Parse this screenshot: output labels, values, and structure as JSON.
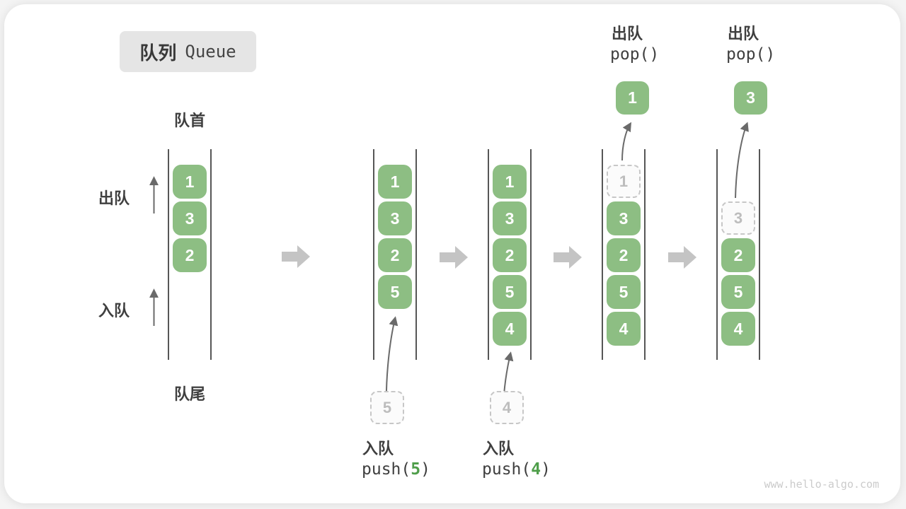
{
  "page": {
    "watermark": "www.hello-algo.com"
  },
  "title": {
    "zh": "队列",
    "en": "Queue"
  },
  "labels": {
    "front": "队首",
    "rear": "队尾",
    "dequeue": "出队",
    "enqueue": "入队"
  },
  "colors": {
    "block": "#8dbe83",
    "accent_text": "#4f9e4a",
    "step_arrow": "#c4c4c4",
    "thin_arrow": "#6a6a6a"
  },
  "queues": [
    {
      "blocks": [
        "1",
        "3",
        "2"
      ]
    },
    {
      "blocks": [
        "1",
        "3",
        "2",
        "5"
      ]
    },
    {
      "blocks": [
        "1",
        "3",
        "2",
        "5",
        "4"
      ]
    },
    {
      "ghost": "1",
      "blocks": [
        "3",
        "2",
        "5",
        "4"
      ],
      "popped": "1"
    },
    {
      "ghost": "3",
      "blocks": [
        "2",
        "5",
        "4"
      ],
      "popped": "3"
    }
  ],
  "push_ops": [
    {
      "label": "入队",
      "call_prefix": "push(",
      "arg": "5",
      "call_suffix": ")",
      "pending": "5"
    },
    {
      "label": "入队",
      "call_prefix": "push(",
      "arg": "4",
      "call_suffix": ")",
      "pending": "4"
    }
  ],
  "pop_ops": [
    {
      "label": "出队",
      "call": "pop()"
    },
    {
      "label": "出队",
      "call": "pop()"
    }
  ]
}
